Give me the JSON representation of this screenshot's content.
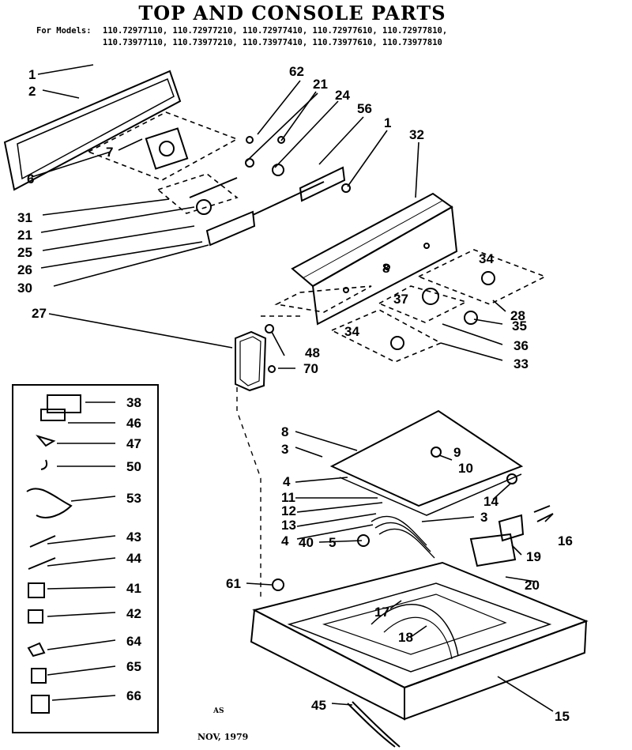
{
  "title": "TOP AND CONSOLE PARTS",
  "models_prefix": "For Models:",
  "models_line1": "110.72977110, 110.72977210, 110.72977410, 110.72977610, 110.72977810,",
  "models_line2": "110.73977110, 110.73977210, 110.73977410, 110.73977610, 110.73977810",
  "date": "NOV, 1979",
  "artist_mark": "AS",
  "callouts": [
    "1",
    "2",
    "6",
    "7",
    "31",
    "21",
    "25",
    "26",
    "30",
    "62",
    "21",
    "24",
    "56",
    "1",
    "32",
    "34",
    "28",
    "35",
    "36",
    "33",
    "8",
    "37",
    "34",
    "27",
    "48",
    "70",
    "38",
    "46",
    "47",
    "50",
    "53",
    "43",
    "44",
    "41",
    "42",
    "64",
    "65",
    "66",
    "8",
    "3",
    "9",
    "10",
    "4",
    "11",
    "12",
    "13",
    "4",
    "40",
    "5",
    "14",
    "3",
    "16",
    "19",
    "20",
    "61",
    "17",
    "18",
    "45",
    "15"
  ],
  "colors": {
    "ink": "#000000",
    "paper": "#ffffff"
  }
}
